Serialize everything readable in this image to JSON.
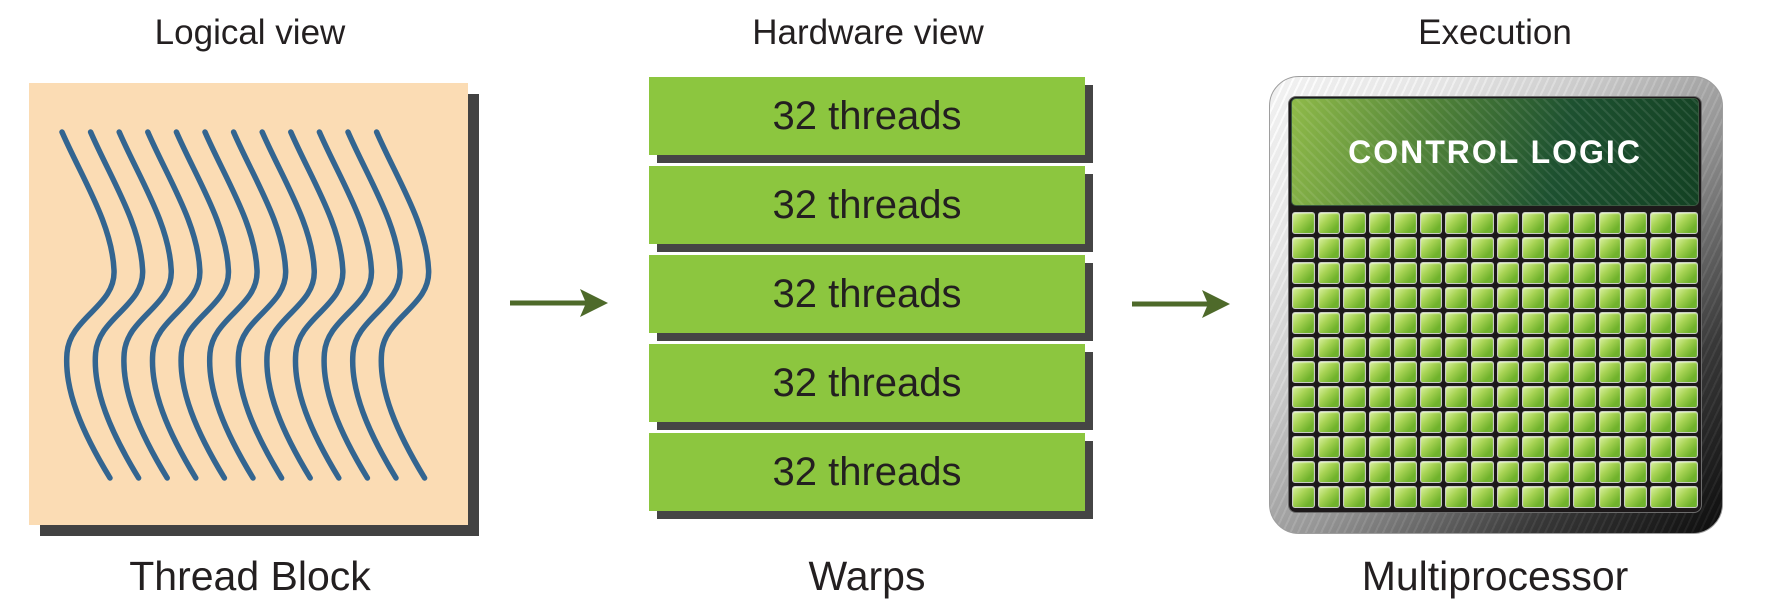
{
  "diagram": {
    "logical": {
      "title": "Logical view",
      "label": "Thread Block",
      "thread_line_count": 12
    },
    "hardware": {
      "title": "Hardware view",
      "label": "Warps",
      "warps": [
        "32 threads",
        "32 threads",
        "32 threads",
        "32 threads",
        "32 threads"
      ]
    },
    "execution": {
      "title": "Execution",
      "label": "Multiprocessor",
      "control_logic_label": "CONTROL LOGIC",
      "core_grid": {
        "columns": 16,
        "rows": 12
      }
    },
    "arrows": [
      {
        "name": "logical-to-hardware-arrow"
      },
      {
        "name": "hardware-to-execution-arrow"
      }
    ],
    "colors": {
      "thread_block_fill": "#fbdcb4",
      "thread_line": "#336590",
      "warp_green": "#8cc63f",
      "shadow_gray": "#424242",
      "text_dark": "#231f20",
      "arrow_olive": "#4e6a2a",
      "control_logic_light_green": "#8fba49",
      "control_logic_dark_green": "#134123",
      "core_green_light": "#d9f0a0",
      "core_green_dark": "#6cb02e"
    }
  }
}
